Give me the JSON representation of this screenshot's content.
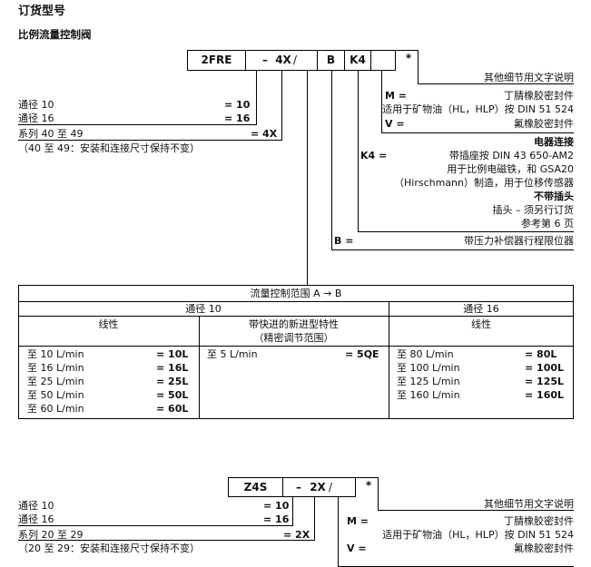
{
  "heading": "订货型号",
  "subheading": "比例流量控制阀",
  "code1": {
    "model": "2FRE",
    "dash1": "–",
    "series": "4X",
    "slash": "/",
    "b": "B",
    "k4": "K4",
    "star": "*"
  },
  "right1": {
    "other": "其他细节用文字说明",
    "m_key": "M =",
    "m_line1": "丁腈橡胶密封件",
    "m_line2": "适用于矿物油（HL，HLP）按 DIN 51 524",
    "v_key": "V =",
    "v_line": "氟橡胶密封件",
    "elec_title": "电器连接",
    "k4_key": "K4 =",
    "k4_line1": "带插座按 DIN 43 650-AM2",
    "k4_line2": "用于比例电磁铁，和 GSA20",
    "k4_line3": "（Hirschmann）制造，用于位移传感器",
    "k4_line4": "不带插头",
    "k4_line5": "插头 – 须另行订货",
    "k4_line6": "参考第 6 页",
    "b_key": "B =",
    "b_line": "带压力补偿器行程限位器"
  },
  "left1": {
    "ng10_label": "通径 10",
    "ng10_code": "= 10",
    "ng16_label": "通径 16",
    "ng16_code": "= 16",
    "series_label": "系列 40 至 49",
    "series_code": "= 4X",
    "series_note": "（40 至 49：安装和连接尺寸保持不变）"
  },
  "table": {
    "title": "流量控制范围 A → B",
    "group1": "通径 10",
    "group2": "通径 16",
    "col1_head": "线性",
    "col2_head1": "带快进的新进型特性",
    "col2_head2": "（精密调节范围）",
    "col3_head": "线性",
    "col1_rows": [
      {
        "label": "至 10 L/min",
        "code": "= 10L"
      },
      {
        "label": "至 16 L/min",
        "code": "= 16L"
      },
      {
        "label": "至 25 L/min",
        "code": "= 25L"
      },
      {
        "label": "至 50 L/min",
        "code": "= 50L"
      },
      {
        "label": "至 60 L/min",
        "code": "= 60L"
      }
    ],
    "col2_rows": [
      {
        "label": "至 5 L/min",
        "code": "= 5QE"
      }
    ],
    "col3_rows": [
      {
        "label": "至 80 L/min",
        "code": "= 80L"
      },
      {
        "label": "至 100 L/min",
        "code": "= 100L"
      },
      {
        "label": "至 125 L/min",
        "code": "= 125L"
      },
      {
        "label": "至 160 L/min",
        "code": "= 160L"
      }
    ]
  },
  "code2": {
    "model": "Z4S",
    "dash": "–",
    "series": "2X",
    "slash": "/",
    "star": "*"
  },
  "left2": {
    "ng10_label": "通径 10",
    "ng10_code": "= 10",
    "ng16_label": "通径 16",
    "ng16_code": "= 16",
    "series_label": "系列 20 至 29",
    "series_code": "= 2X",
    "series_note": "（20 至 29：安装和连接尺寸保持不变）"
  },
  "right2": {
    "other": "其他细节用文字说明",
    "m_key": "M =",
    "m_line1": "丁腈橡胶密封件",
    "m_line2": "适用于矿物油（HL，HLP）按 DIN 51 524",
    "v_key": "V =",
    "v_line": "氟橡胶密封件"
  }
}
